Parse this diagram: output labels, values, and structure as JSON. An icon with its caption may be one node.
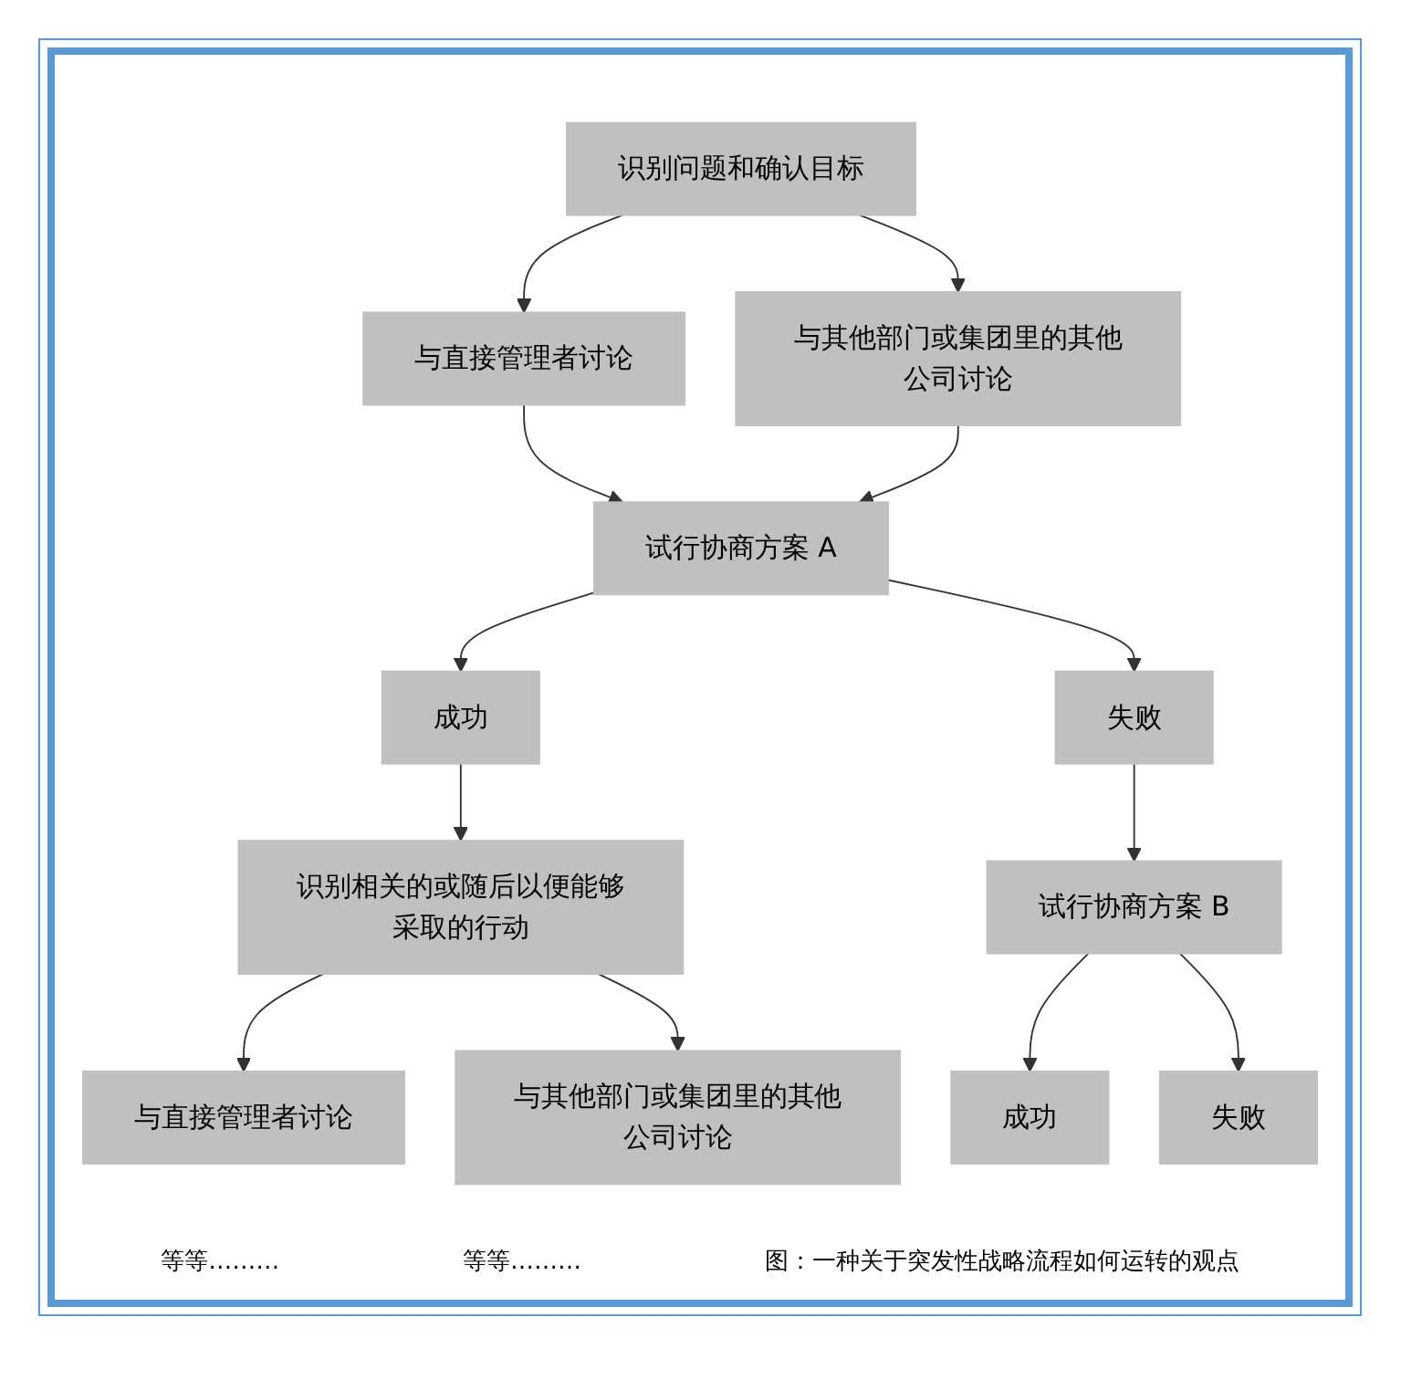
{
  "diagram": {
    "caption": "图：一种关于突发性战略流程如何运转的观点",
    "nodes": [
      {
        "text": [
          "识别问题和确认目标"
        ]
      },
      {
        "text": [
          "与直接管理者讨论"
        ]
      },
      {
        "text": [
          "与其他部门或集团里的其他公司讨论"
        ]
      },
      {
        "text": [
          "试行协商方案 A"
        ]
      },
      {
        "text": [
          "成功"
        ]
      },
      {
        "text": [
          "失败"
        ]
      },
      {
        "text": [
          "识别相关的或随后以便能够采取的行动"
        ]
      },
      {
        "text": [
          "试行协商方案 B"
        ]
      },
      {
        "text": [
          "成功"
        ]
      },
      {
        "text": [
          "失败"
        ]
      },
      {
        "text": [
          "与直接管理者讨论"
        ]
      },
      {
        "text": [
          "与其他部门或集团里的其他公司讨论"
        ]
      }
    ],
    "edges": [
      {
        "from": 0,
        "to": 1,
        "arrow": "to"
      },
      {
        "from": 0,
        "to": 2,
        "arrow": "to"
      },
      {
        "from": 1,
        "to": 3,
        "arrow": "to"
      },
      {
        "from": 2,
        "to": 3,
        "arrow": "to"
      },
      {
        "from": 3,
        "to": 4,
        "arrow": "to"
      },
      {
        "from": 3,
        "to": 5,
        "arrow": "to"
      },
      {
        "from": 4,
        "to": 6,
        "arrow": "to"
      },
      {
        "from": 5,
        "to": 7,
        "arrow": "to"
      },
      {
        "from": 7,
        "to": 8,
        "arrow": "to"
      },
      {
        "from": 7,
        "to": 9,
        "arrow": "to"
      },
      {
        "from": 6,
        "to": 10,
        "arrow": "to"
      },
      {
        "from": 6,
        "to": 11,
        "arrow": "to"
      }
    ],
    "labels": [
      "等等………",
      "等等………"
    ]
  }
}
